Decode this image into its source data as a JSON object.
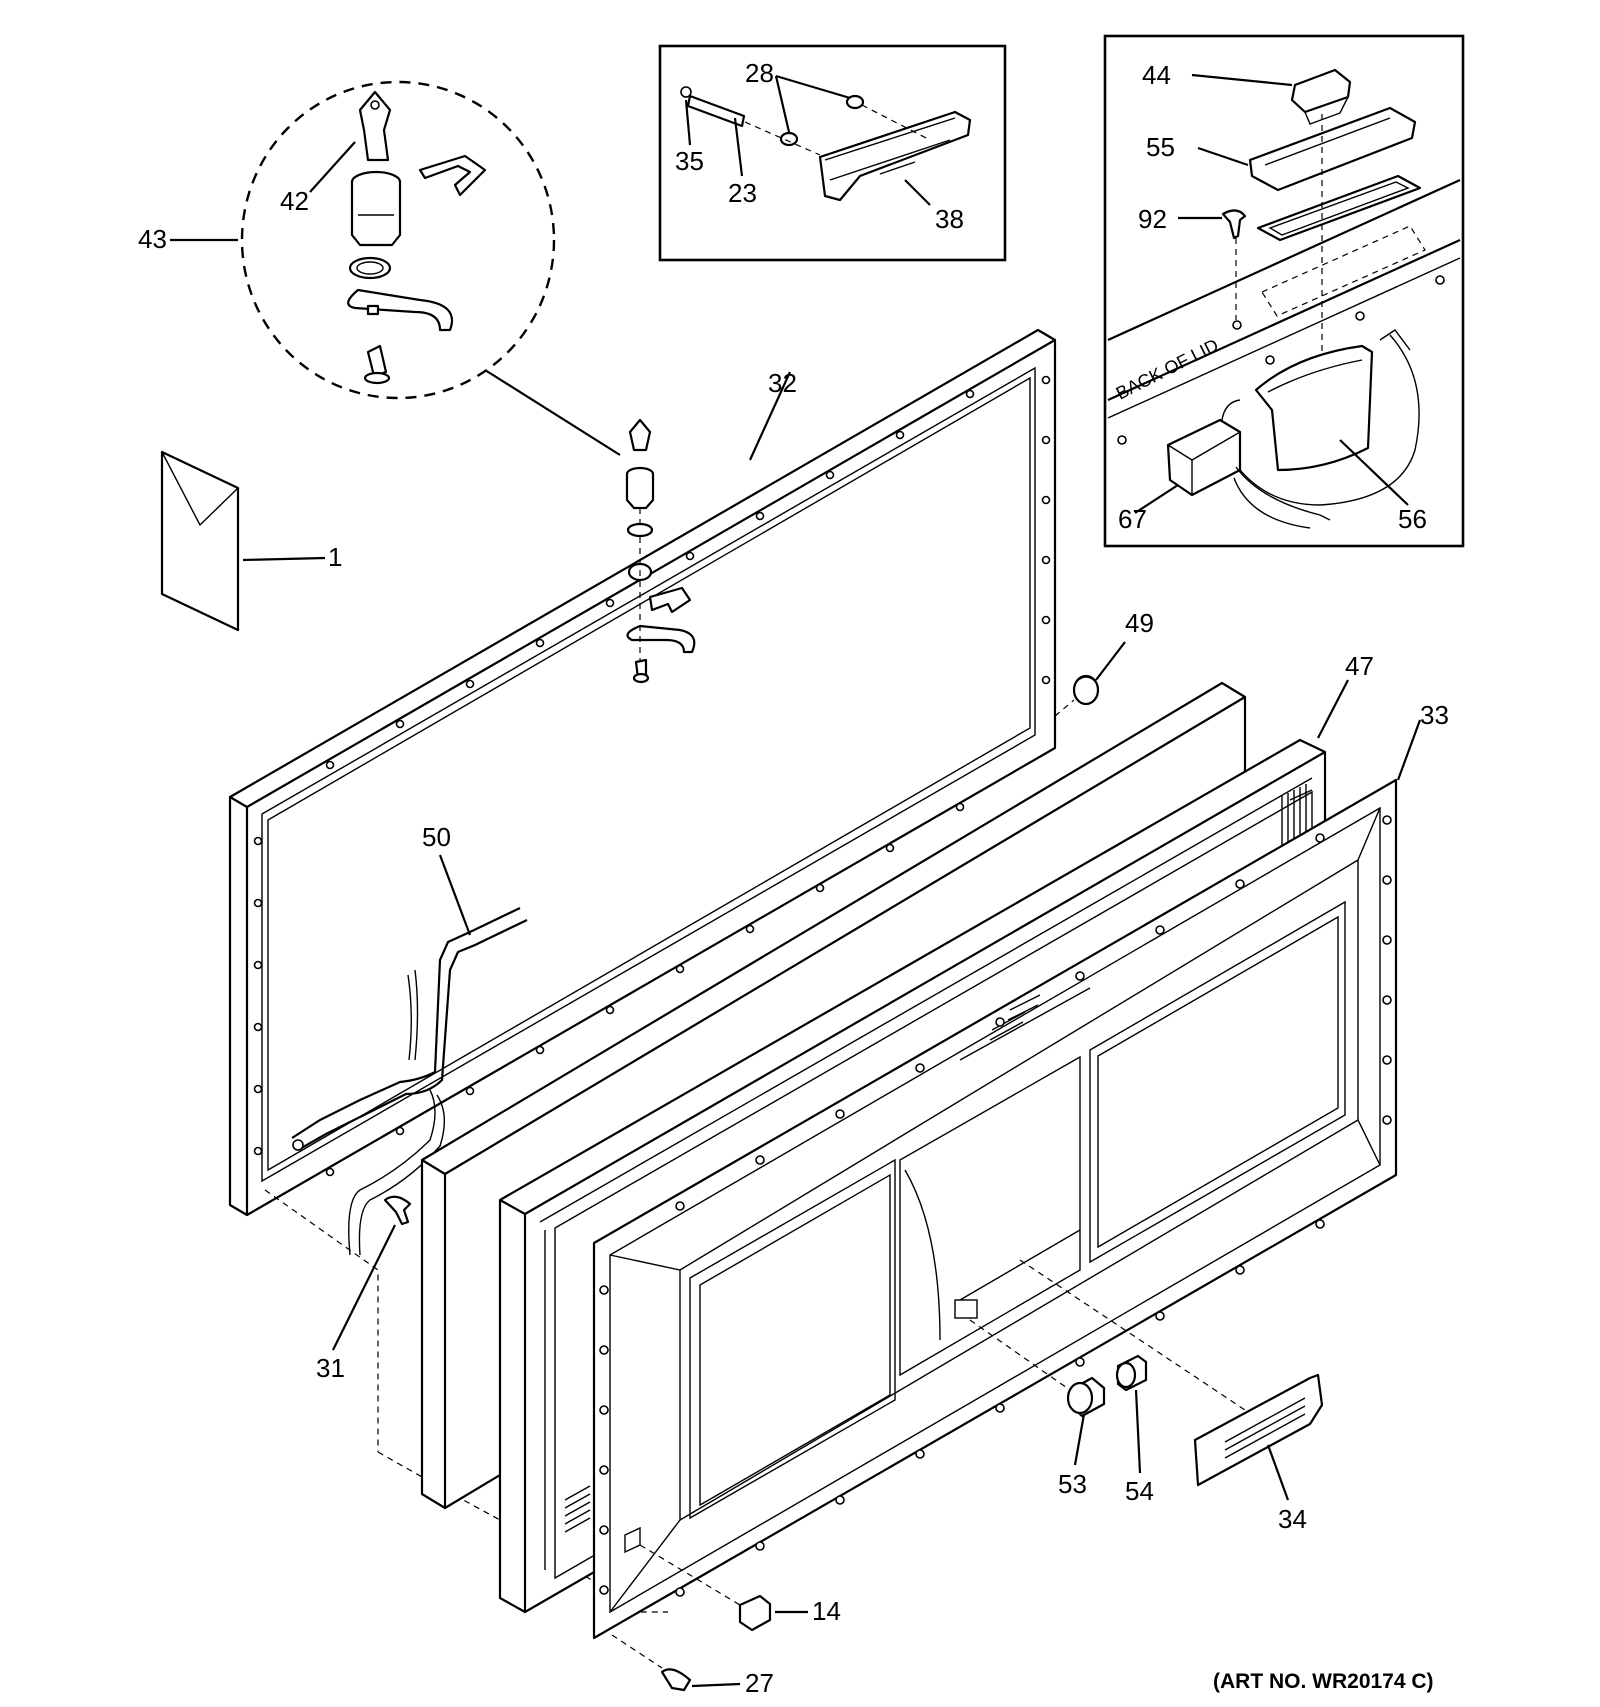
{
  "diagram": {
    "art_number": "(ART NO. WR20174 C)",
    "inset_label": "BACK OF LID",
    "callouts": [
      {
        "id": "c1",
        "text": "1"
      },
      {
        "id": "c14",
        "text": "14"
      },
      {
        "id": "c23",
        "text": "23"
      },
      {
        "id": "c27",
        "text": "27"
      },
      {
        "id": "c28",
        "text": "28"
      },
      {
        "id": "c31",
        "text": "31"
      },
      {
        "id": "c32",
        "text": "32"
      },
      {
        "id": "c33",
        "text": "33"
      },
      {
        "id": "c34",
        "text": "34"
      },
      {
        "id": "c35",
        "text": "35"
      },
      {
        "id": "c38",
        "text": "38"
      },
      {
        "id": "c42",
        "text": "42"
      },
      {
        "id": "c43",
        "text": "43"
      },
      {
        "id": "c44",
        "text": "44"
      },
      {
        "id": "c47",
        "text": "47"
      },
      {
        "id": "c49",
        "text": "49"
      },
      {
        "id": "c50",
        "text": "50"
      },
      {
        "id": "c53",
        "text": "53"
      },
      {
        "id": "c54",
        "text": "54"
      },
      {
        "id": "c55",
        "text": "55"
      },
      {
        "id": "c56",
        "text": "56"
      },
      {
        "id": "c67",
        "text": "67"
      },
      {
        "id": "c92",
        "text": "92"
      }
    ]
  }
}
